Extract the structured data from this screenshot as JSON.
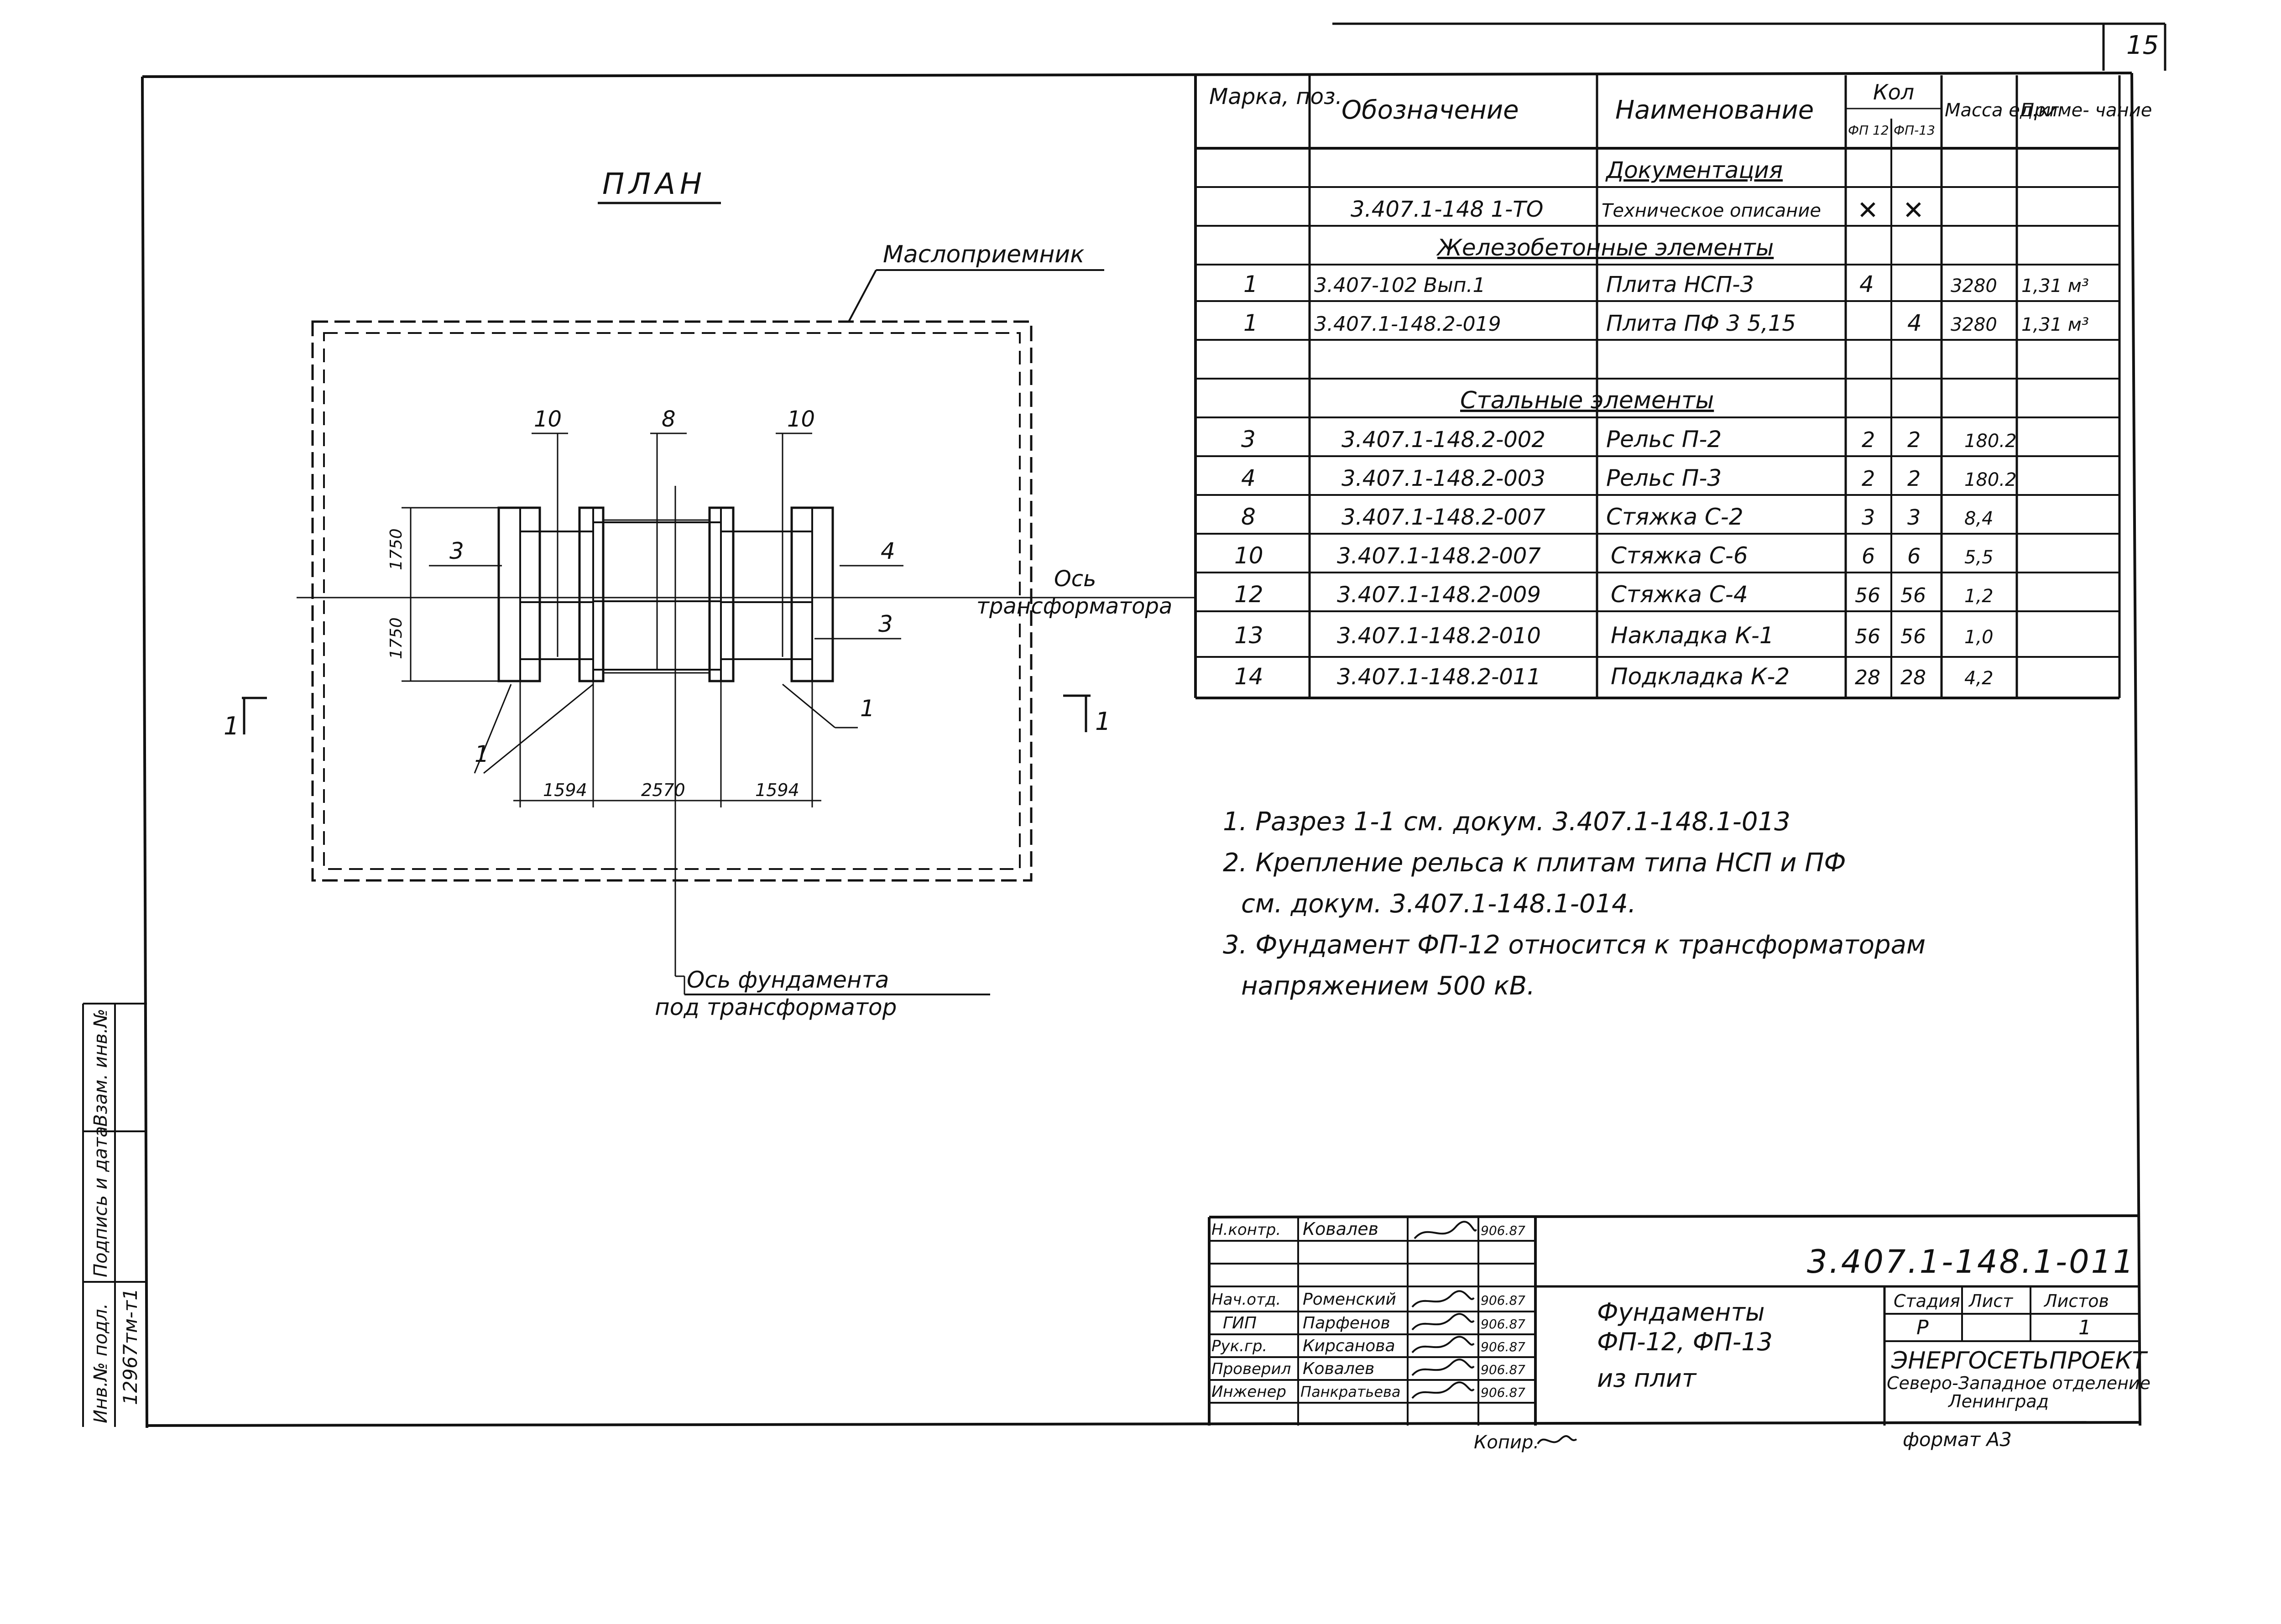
{
  "sheet_number": "15",
  "plan": {
    "title": "ПЛАН",
    "oil_receiver": "Маслоприемник",
    "axis_transformer_1": "Ось",
    "axis_transformer_2": "трансформатора",
    "axis_foundation_1": "Ось фундамента",
    "axis_foundation_2": "под трансформатор",
    "section_mark": "1",
    "callouts": {
      "c10": "10",
      "c8": "8",
      "c3": "3",
      "c4": "4",
      "c1": "1"
    },
    "dimensions": {
      "d1750": "1750",
      "d1594": "1594",
      "d2570": "2570"
    }
  },
  "spec_table": {
    "headers": {
      "mark": "Марка, поз.",
      "designation": "Обозначение",
      "name": "Наименование",
      "qty": "Кол",
      "qty_fp12": "ФП 12",
      "qty_fp13": "ФП-13",
      "mass": "Масса ед.кг",
      "note": "Приме- чание"
    },
    "rows": [
      {
        "kind": "section",
        "name": "Документация"
      },
      {
        "kind": "item",
        "mark": "",
        "designation": "3.407.1-148 1-ТО",
        "name": "Техническое описание",
        "q12": "✕",
        "q13": "✕",
        "mass": "",
        "note": ""
      },
      {
        "kind": "section",
        "name": "Железобетонные элементы"
      },
      {
        "kind": "item",
        "mark": "1",
        "designation": "3.407-102 Вып.1",
        "name": "Плита НСП-3",
        "q12": "4",
        "q13": "",
        "mass": "3280",
        "note": "1,31 м³"
      },
      {
        "kind": "item",
        "mark": "1",
        "designation": "3.407.1-148.2-019",
        "name": "Плита ПФ 3 5,15",
        "q12": "",
        "q13": "4",
        "mass": "3280",
        "note": "1,31 м³"
      },
      {
        "kind": "blank"
      },
      {
        "kind": "section",
        "name": "Стальные элементы"
      },
      {
        "kind": "item",
        "mark": "3",
        "designation": "3.407.1-148.2-002",
        "name": "Рельс П-2",
        "q12": "2",
        "q13": "2",
        "mass": "180.2",
        "note": ""
      },
      {
        "kind": "item",
        "mark": "4",
        "designation": "3.407.1-148.2-003",
        "name": "Рельс П-3",
        "q12": "2",
        "q13": "2",
        "mass": "180.2",
        "note": ""
      },
      {
        "kind": "item",
        "mark": "8",
        "designation": "3.407.1-148.2-007",
        "name": "Стяжка С-2",
        "q12": "3",
        "q13": "3",
        "mass": "8,4",
        "note": ""
      },
      {
        "kind": "item",
        "mark": "10",
        "designation": "3.407.1-148.2-007",
        "name": "Стяжка С-6",
        "q12": "6",
        "q13": "6",
        "mass": "5,5",
        "note": ""
      },
      {
        "kind": "item",
        "mark": "12",
        "designation": "3.407.1-148.2-009",
        "name": "Стяжка С-4",
        "q12": "56",
        "q13": "56",
        "mass": "1,2",
        "note": ""
      },
      {
        "kind": "item",
        "mark": "13",
        "designation": "3.407.1-148.2-010",
        "name": "Накладка К-1",
        "q12": "56",
        "q13": "56",
        "mass": "1,0",
        "note": ""
      },
      {
        "kind": "item",
        "mark": "14",
        "designation": "3.407.1-148.2-011",
        "name": "Подкладка К-2",
        "q12": "28",
        "q13": "28",
        "mass": "4,2",
        "note": ""
      }
    ]
  },
  "notes": {
    "n1": "1. Разрез 1-1 см. докум. 3.407.1-148.1-013",
    "n2a": "2. Крепление рельса к плитам типа НСП и ПФ",
    "n2b": "см. докум. 3.407.1-148.1-014.",
    "n3a": "3. Фундамент ФП-12 относится к трансформаторам",
    "n3b": "напряжением 500 кВ."
  },
  "left_strip": {
    "inv_label": "Инв.№ подл.",
    "sign_label": "Подпись и дата",
    "vzam_label": "Взам. инв.№",
    "inv_value": "12967тм-т1"
  },
  "title_block": {
    "code": "3.407.1-148.1-011",
    "roles": [
      {
        "role": "Н.контр.",
        "name": "Ковалев",
        "date": "906.87"
      },
      {
        "role": "",
        "name": "",
        "date": ""
      },
      {
        "role": "Нач.отд.",
        "name": "Роменский",
        "date": "906.87"
      },
      {
        "role": "ГИП",
        "name": "Парфенов",
        "date": "906.87"
      },
      {
        "role": "Рук.гр.",
        "name": "Кирсанова",
        "date": "906.87"
      },
      {
        "role": "Проверил",
        "name": "Ковалев",
        "date": "906.87"
      },
      {
        "role": "Инженер",
        "name": "Панкратьева",
        "date": "906.87"
      }
    ],
    "doc_title_1": "Фундаменты",
    "doc_title_2": "ФП-12, ФП-13",
    "doc_title_3": "из плит",
    "stage_label": "Стадия",
    "sheet_label": "Лист",
    "sheets_label": "Листов",
    "stage_value": "Р",
    "sheets_value": "1",
    "org_1": "ЭНЕРГОСЕТЬПРОЕКТ",
    "org_2": "Северо-Западное отделение",
    "org_3": "Ленинград",
    "copied": "Копир.",
    "format": "формат А3"
  }
}
